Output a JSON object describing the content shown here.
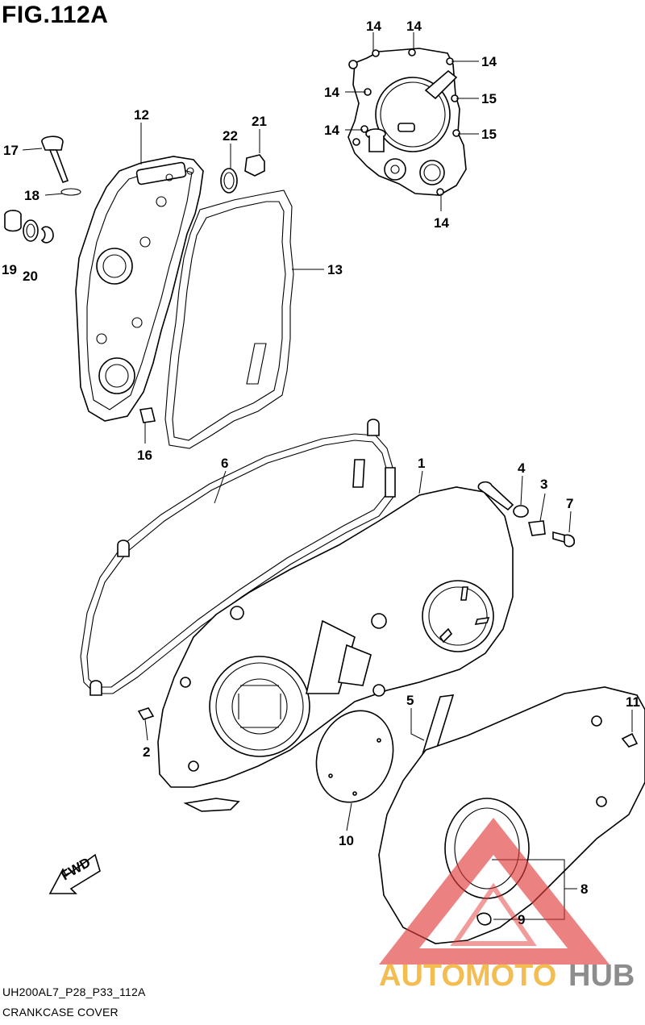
{
  "figure": {
    "title": "FIG.112A",
    "code": "UH200AL7_P28_P33_112A",
    "caption": "CRANKCASE COVER"
  },
  "callouts": [
    {
      "id": "c1",
      "label": "1"
    },
    {
      "id": "c2",
      "label": "2"
    },
    {
      "id": "c3",
      "label": "3"
    },
    {
      "id": "c4",
      "label": "4"
    },
    {
      "id": "c5",
      "label": "5"
    },
    {
      "id": "c6",
      "label": "6"
    },
    {
      "id": "c7",
      "label": "7"
    },
    {
      "id": "c8",
      "label": "8"
    },
    {
      "id": "c9",
      "label": "9"
    },
    {
      "id": "c10",
      "label": "10"
    },
    {
      "id": "c11",
      "label": "11"
    },
    {
      "id": "c12",
      "label": "12"
    },
    {
      "id": "c13",
      "label": "13"
    },
    {
      "id": "c14a",
      "label": "14"
    },
    {
      "id": "c14b",
      "label": "14"
    },
    {
      "id": "c14c",
      "label": "14"
    },
    {
      "id": "c14d",
      "label": "14"
    },
    {
      "id": "c14e",
      "label": "14"
    },
    {
      "id": "c14f",
      "label": "14"
    },
    {
      "id": "c15a",
      "label": "15"
    },
    {
      "id": "c15b",
      "label": "15"
    },
    {
      "id": "c16",
      "label": "16"
    },
    {
      "id": "c17",
      "label": "17"
    },
    {
      "id": "c18",
      "label": "18"
    },
    {
      "id": "c19",
      "label": "19"
    },
    {
      "id": "c20",
      "label": "20"
    },
    {
      "id": "c21",
      "label": "21"
    },
    {
      "id": "c22",
      "label": "22"
    }
  ],
  "direction_arrow": {
    "label": "FWD"
  },
  "watermark": {
    "part1": "AUTOMOTO",
    "part2": "HUB",
    "color1": "#f2b233",
    "color2": "#7a7a7a",
    "logo_color": "#e23a3a"
  }
}
